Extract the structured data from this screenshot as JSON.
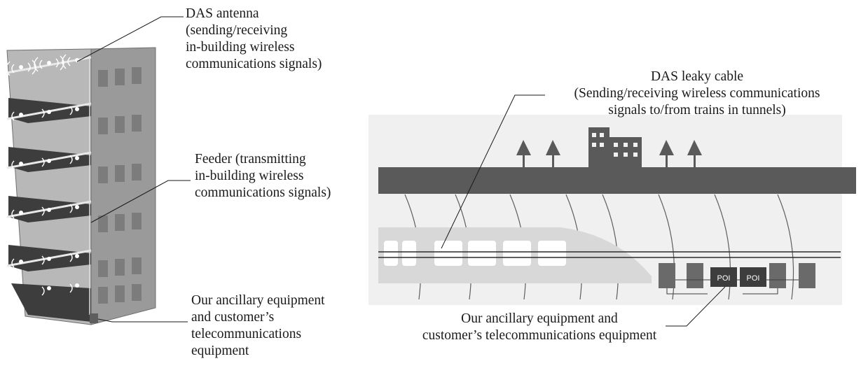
{
  "labels": {
    "das_antenna": {
      "line1": "DAS antenna",
      "line2": "(sending/receiving",
      "line3": "in-building wireless",
      "line4": "communications signals)"
    },
    "feeder": {
      "line1": "Feeder (transmitting",
      "line2": "in-building wireless",
      "line3": "communications signals)"
    },
    "ancillary_left": {
      "line1": "Our ancillary equipment",
      "line2": "and customer’s",
      "line3": "telecommunications",
      "line4": "equipment"
    },
    "das_leaky_cable": {
      "line1": "DAS leaky cable",
      "line2": "(Sending/receiving wireless communications",
      "line3": "signals to/from trains in tunnels)"
    },
    "ancillary_right": {
      "line1": "Our ancillary equipment and",
      "line2": "customer’s telecommunications equipment"
    },
    "poi_box_1": "POI",
    "poi_box_2": "POI"
  },
  "colors": {
    "building_dark": "#3d3d3d",
    "building_mid": "#8c8c8c",
    "building_light": "#b5b5b5",
    "tunnel_ground": "#5a5a5a",
    "tunnel_bg": "#efefef",
    "train": "#dcdcdc"
  }
}
